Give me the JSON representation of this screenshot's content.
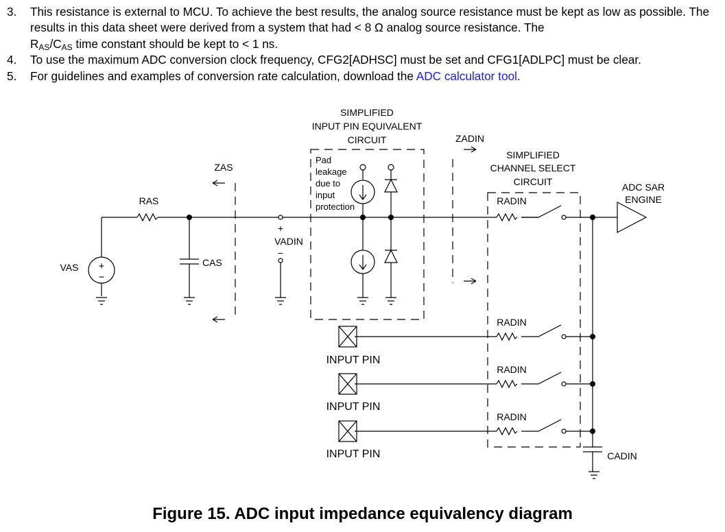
{
  "notes": [
    {
      "num": "3.",
      "text": "This resistance is external to MCU. To achieve the best results, the analog source resistance must be kept as low as possible. The results in this data sheet were derived from a system that had < 8 Ω analog source resistance. The",
      "line2_pre": "R",
      "line2_sub1": "AS",
      "line2_mid": "/C",
      "line2_sub2": "AS",
      "line2_post": " time constant should be kept to < 1 ns."
    },
    {
      "num": "4.",
      "text": "To use the maximum ADC conversion clock frequency, CFG2[ADHSC] must be set and CFG1[ADLPC] must be clear."
    },
    {
      "num": "5.",
      "text": "For guidelines and examples of conversion rate calculation, download the ",
      "link": "ADC calculator tool",
      "after": "."
    }
  ],
  "diagram": {
    "pin_circuit_title": [
      "SIMPLIFIED",
      "INPUT PIN EQUIVALENT",
      "CIRCUIT"
    ],
    "channel_circuit_title": [
      "SIMPLIFIED",
      "CHANNEL SELECT",
      "CIRCUIT"
    ],
    "adc_engine": [
      "ADC SAR",
      "ENGINE"
    ],
    "pad_leakage": [
      "Pad",
      "leakage",
      "due to",
      "input",
      "protection"
    ],
    "z_as": "ZAS",
    "z_adin": "ZADIN",
    "r_as": "RAS",
    "c_as": "CAS",
    "v_as": "VAS",
    "v_adin": "VADIN",
    "r_adin": "RADIN",
    "c_adin": "CADIN",
    "input_pin": "INPUT PIN",
    "plus": "+",
    "minus": "−"
  },
  "caption": "Figure 15. ADC input impedance equivalency diagram",
  "colors": {
    "link": "#1a1aff",
    "ink": "#000000"
  }
}
